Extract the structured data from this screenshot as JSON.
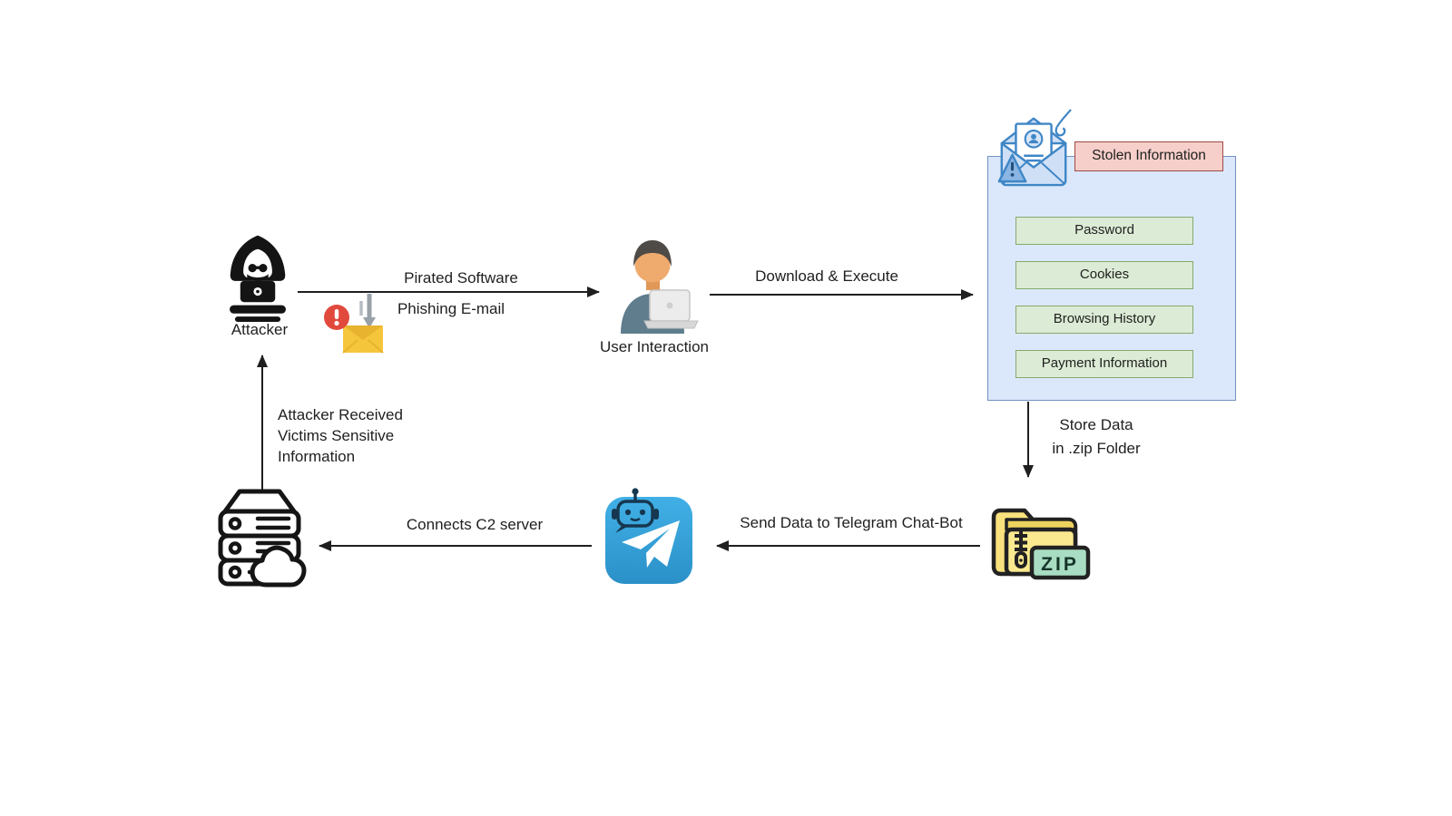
{
  "colors": {
    "line": "#1f1f1f",
    "text": "#1f1f1f",
    "box-blue-fill": "#dbe8fb",
    "box-blue-border": "#7391c0",
    "label-pink-fill": "#f6cfca",
    "label-pink-border": "#9e4a43",
    "item-green-fill": "#dcebd5",
    "item-green-border": "#86aa6d",
    "telegram-blue": "#38a6de",
    "folder-yellow": "#f9e27d",
    "zip-mint": "#a9ddc3",
    "warn-red": "#e2493d",
    "icon-black": "#141414",
    "phish-blue": "#3f86c6"
  },
  "nodes": {
    "attacker": {
      "label": "Attacker"
    },
    "user": {
      "label": "User Interaction"
    },
    "stolen": {
      "title": "Stolen Information",
      "items": [
        "Password",
        "Cookies",
        "Browsing History",
        "Payment Information"
      ]
    },
    "zip": {
      "badge": "ZIP"
    }
  },
  "edges": {
    "attacker_to_user": {
      "label_top": "Pirated Software",
      "label_bottom": "Phishing E-mail"
    },
    "user_to_stolen": {
      "label": "Download & Execute"
    },
    "stolen_to_zip": {
      "lines": [
        "Store Data",
        "in .zip Folder"
      ]
    },
    "zip_to_telegram": {
      "label": "Send Data to Telegram Chat-Bot"
    },
    "telegram_to_server": {
      "label": "Connects C2 server"
    },
    "server_to_attacker": {
      "lines": [
        "Attacker Received",
        "Victims Sensitive",
        "Information"
      ]
    }
  }
}
